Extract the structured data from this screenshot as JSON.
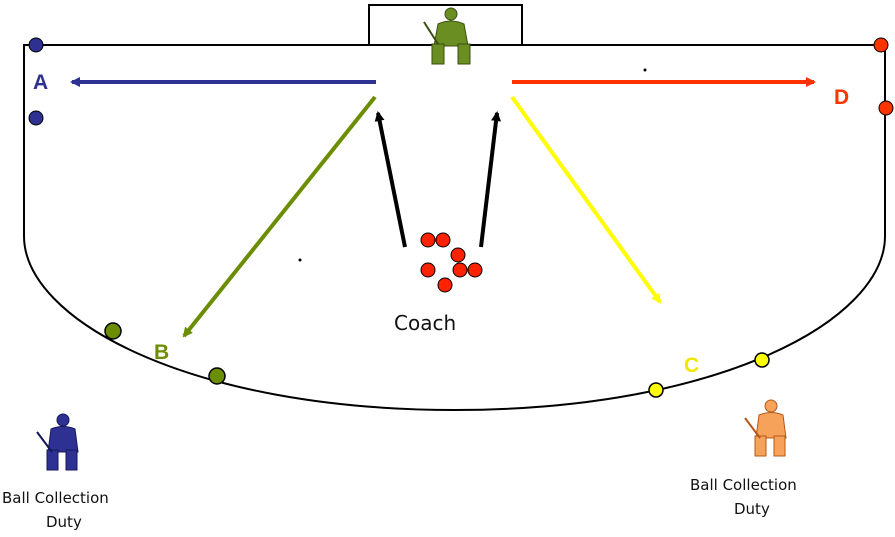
{
  "diagram": {
    "labels": {
      "a": "A",
      "b": "B",
      "c": "C",
      "d": "D",
      "coach": "Coach",
      "ball_collection_left_line1": "Ball Collection",
      "ball_collection_left_line2": "Duty",
      "ball_collection_right_line1": "Ball Collection",
      "ball_collection_right_line2": "Duty"
    },
    "colors": {
      "field_line": "#000000",
      "station_a": "#2e3192",
      "station_b": "#6b8e00",
      "station_c": "#ffff00",
      "station_d": "#ff3300",
      "label_c": "#f2e600",
      "coach_arrows": "#000000",
      "balls": "#ff2200",
      "goalkeeper_green": "#6b8e23",
      "player_blue": "#2e3192",
      "player_orange": "#f7a25a"
    },
    "icons": [
      "goalkeeper-icon",
      "ball-collector-icon"
    ]
  }
}
